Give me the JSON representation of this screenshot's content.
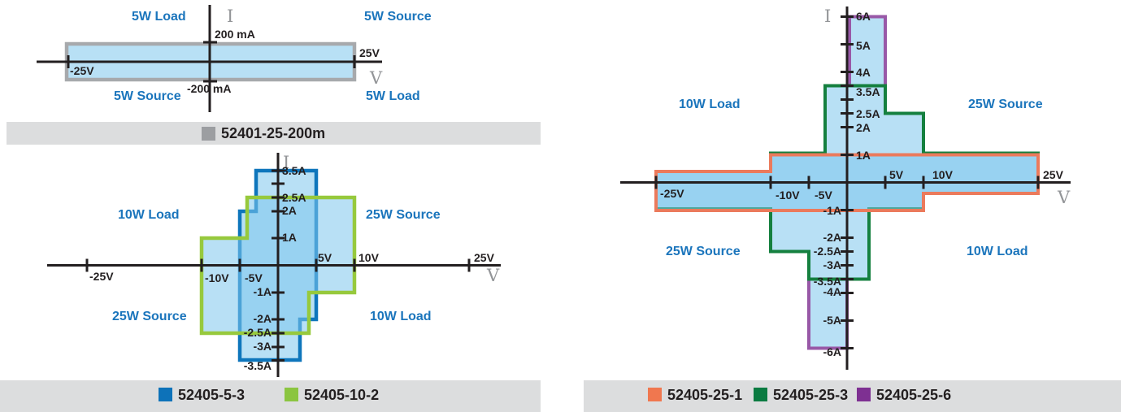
{
  "colors": {
    "accent_text_blue": "#1B75BC",
    "axis_black": "#231F20",
    "axis_letter_gray": "#939598",
    "envelope_fill_blue": "#BEE3F4",
    "legend_bar_gray": "#DCDDDE",
    "stroke_gray": "#A7A9AC",
    "stroke_blue": "#0E76BC",
    "stroke_light_green": "#97C93D",
    "stroke_dark_green": "#15803F",
    "stroke_orange": "#EB7A5C",
    "stroke_purple": "#9858A7"
  },
  "charts": {
    "c1": {
      "y_letter": "I",
      "x_letter": "V",
      "yt_pos": "200 mA",
      "yt_neg": "-200 mA",
      "xt_pos": "25V",
      "xt_neg": "-25V",
      "q_tl": "5W Load",
      "q_tr": "5W Source",
      "q_bl": "5W Source",
      "q_br": "5W Load",
      "legend": [
        {
          "label": "52401-25-200m",
          "color": "#9C9EA1"
        }
      ]
    },
    "c2": {
      "y_letter": "I",
      "x_letter": "V",
      "yt": {
        "p35": "3.5A",
        "p25": "2.5A",
        "p2": "2A",
        "p1": "1A",
        "m1": "-1A",
        "m2": "-2A",
        "m25": "-2.5A",
        "m3": "-3A",
        "m35": "-3.5A"
      },
      "xt": {
        "m25": "-25V",
        "m10": "-10V",
        "m5": "-5V",
        "p5": "5V",
        "p10": "10V",
        "p25": "25V"
      },
      "q_tl": "10W Load",
      "q_tr": "25W Source",
      "q_bl": "25W Source",
      "q_br": "10W Load",
      "legend": [
        {
          "label": "52405-5-3",
          "color": "#0D72B9"
        },
        {
          "label": "52405-10-2",
          "color": "#8BC540"
        }
      ]
    },
    "c3": {
      "y_letter": "I",
      "x_letter": "V",
      "yt": {
        "p6": "6A",
        "p5": "5A",
        "p4": "4A",
        "p35": "3.5A",
        "p25": "2.5A",
        "p2": "2A",
        "p1": "1A",
        "m1": "-1A",
        "m2": "-2A",
        "m25": "-2.5A",
        "m3": "-3A",
        "m35": "-3.5A",
        "m4": "-4A",
        "m5": "-5A",
        "m6": "-6A"
      },
      "xt": {
        "m25": "-25V",
        "m10": "-10V",
        "m5": "-5V",
        "p5": "5V",
        "p10": "10V",
        "p25": "25V"
      },
      "q_tl": "10W Load",
      "q_tr": "25W Source",
      "q_bl": "25W Source",
      "q_br": "10W Load",
      "legend": [
        {
          "label": "52405-25-1",
          "color": "#F0774F"
        },
        {
          "label": "52405-25-3",
          "color": "#0A7B41"
        },
        {
          "label": "52405-25-6",
          "color": "#7E3092"
        }
      ]
    }
  },
  "chart_data": [
    {
      "type": "area",
      "id": "envelope-52401",
      "xlabel": "V",
      "ylabel": "I",
      "x_ticks_V": [
        -25,
        25
      ],
      "y_ticks_A": [
        -0.2,
        0.2
      ],
      "quadrants": {
        "top_left": "5W Load",
        "top_right": "5W Source",
        "bottom_left": "5W Source",
        "bottom_right": "5W Load"
      },
      "series": [
        {
          "name": "52401-25-200m",
          "color": "#9C9EA1",
          "polygon_V_A": [
            [
              -25,
              0.2
            ],
            [
              25,
              0.2
            ],
            [
              25,
              -0.2
            ],
            [
              -25,
              -0.2
            ]
          ]
        }
      ]
    },
    {
      "type": "area",
      "id": "envelope-52405-low-voltage",
      "xlabel": "V",
      "ylabel": "I",
      "x_ticks_V": [
        -25,
        -10,
        -5,
        5,
        10,
        25
      ],
      "y_ticks_A": [
        -3.5,
        -3,
        -2.5,
        -2,
        -1,
        1,
        2,
        2.5,
        3,
        3.5
      ],
      "unlabeled_y_ticks_A": [
        3
      ],
      "quadrants": {
        "top_left": "10W Load",
        "top_right": "25W Source",
        "bottom_left": "25W Source",
        "bottom_right": "10W Load"
      },
      "series": [
        {
          "name": "52405-5-3",
          "color": "#0D72B9",
          "polygon_V_A": [
            [
              -5,
              2
            ],
            [
              -2.86,
              2
            ],
            [
              -2.86,
              3.5
            ],
            [
              5,
              3.5
            ],
            [
              5,
              -2
            ],
            [
              2.86,
              -2
            ],
            [
              2.86,
              -3.5
            ],
            [
              -5,
              -3.5
            ]
          ]
        },
        {
          "name": "52405-10-2",
          "color": "#8BC540",
          "polygon_V_A": [
            [
              -4,
              2.5
            ],
            [
              10,
              2.5
            ],
            [
              10,
              -1
            ],
            [
              4,
              -1
            ],
            [
              4,
              -2.5
            ],
            [
              -10,
              -2.5
            ],
            [
              -10,
              1
            ],
            [
              -4,
              1
            ]
          ]
        }
      ]
    },
    {
      "type": "area",
      "id": "envelope-52405-25V",
      "xlabel": "V",
      "ylabel": "I",
      "x_ticks_V": [
        -25,
        -10,
        -5,
        5,
        10,
        25
      ],
      "y_ticks_A": [
        -6,
        -5,
        -4,
        -3.5,
        -3,
        -2.5,
        -2,
        -1,
        1,
        2,
        2.5,
        3,
        3.5,
        4,
        5,
        6
      ],
      "unlabeled_y_ticks_A": [
        3
      ],
      "quadrants": {
        "top_left": "10W Load",
        "top_right": "25W Source",
        "bottom_left": "25W Source",
        "bottom_right": "10W Load"
      },
      "series": [
        {
          "name": "52405-25-1",
          "color": "#F0774F",
          "polygon_V_A": [
            [
              -10,
              1
            ],
            [
              25,
              1
            ],
            [
              25,
              -0.4
            ],
            [
              10,
              -0.4
            ],
            [
              10,
              -1
            ],
            [
              -25,
              -1
            ],
            [
              -25,
              0.4
            ],
            [
              -10,
              0.4
            ]
          ]
        },
        {
          "name": "52405-25-3",
          "color": "#0A7B41",
          "polygon_V_A": [
            [
              -10,
              1
            ],
            [
              -2.86,
              1
            ],
            [
              -2.86,
              3.5
            ],
            [
              5,
              3.5
            ],
            [
              5,
              2.5
            ],
            [
              10,
              2.5
            ],
            [
              10,
              1
            ],
            [
              25,
              1
            ],
            [
              25,
              -0.4
            ],
            [
              10,
              -0.4
            ],
            [
              10,
              -1
            ],
            [
              2.86,
              -1
            ],
            [
              2.86,
              -3.5
            ],
            [
              -5,
              -3.5
            ],
            [
              -5,
              -2.5
            ],
            [
              -10,
              -2.5
            ],
            [
              -10,
              -1
            ],
            [
              -25,
              -1
            ],
            [
              -25,
              0.4
            ],
            [
              -10,
              0.4
            ]
          ]
        },
        {
          "name": "52405-25-6",
          "color": "#7E3092",
          "polygons_V_A_as_drawn": [
            [
              [
                0,
                3.5
              ],
              [
                0,
                6
              ],
              [
                5,
                6
              ],
              [
                5,
                3.5
              ]
            ],
            [
              [
                -5,
                -3.5
              ],
              [
                0,
                -3.5
              ],
              [
                0,
                -6
              ],
              [
                -5,
                -6
              ]
            ]
          ]
        }
      ]
    }
  ]
}
